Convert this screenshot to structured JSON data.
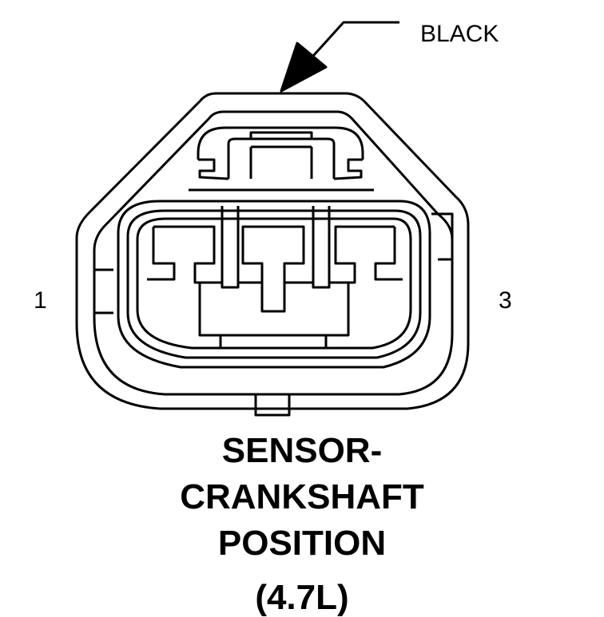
{
  "callout": {
    "color_label": "BLACK"
  },
  "pins": {
    "left": "1",
    "right": "3"
  },
  "title": {
    "line1": "SENSOR-",
    "line2": "CRANKSHAFT",
    "line3": "POSITION",
    "line4": "(4.7L)"
  },
  "colors": {
    "stroke": "#000000",
    "background": "#ffffff"
  }
}
